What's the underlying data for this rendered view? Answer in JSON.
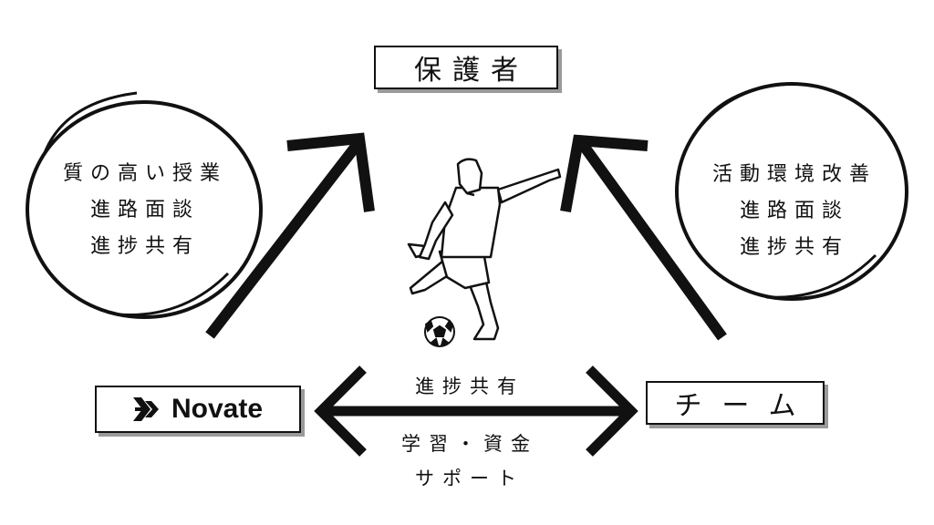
{
  "top_box": {
    "label": "保護者"
  },
  "left_circle": {
    "lines": [
      "質の高い授業",
      "進路面談",
      "進捗共有"
    ]
  },
  "right_circle": {
    "lines": [
      "活動環境改善",
      "進路面談",
      "進捗共有"
    ]
  },
  "novate_box": {
    "brand": "Novate"
  },
  "team_box": {
    "label": "チーム"
  },
  "center_arrow": {
    "top_label": "進捗共有",
    "bottom_lines": [
      "学習・資金",
      "サポート"
    ]
  },
  "icons": {
    "logo": "novate-chevron-logo-icon",
    "player": "soccer-player-kicking-icon",
    "ball": "soccer-ball-icon"
  },
  "colors": {
    "ink": "#111111",
    "shadow": "#9a9a9a"
  }
}
